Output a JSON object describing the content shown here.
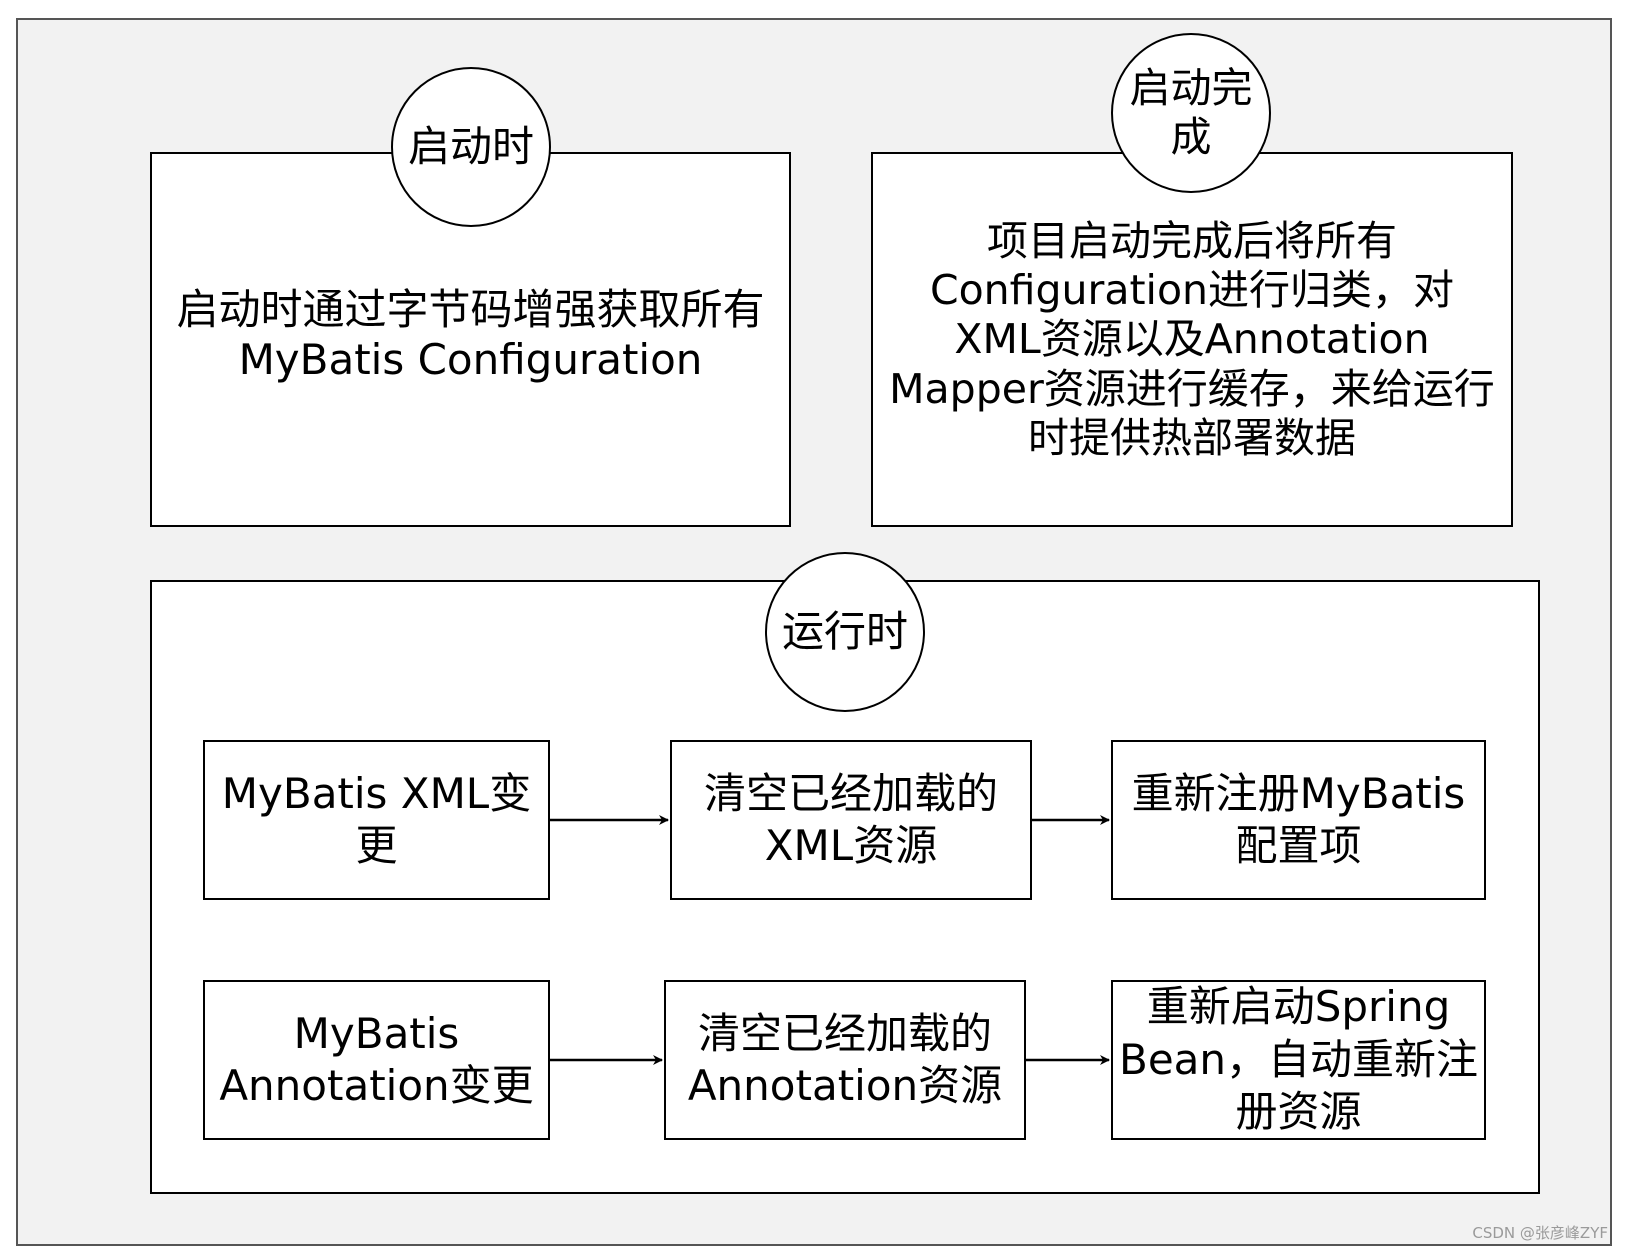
{
  "startup": {
    "label": "启动时",
    "text": "启动时通过字节码增强获取所有MyBatis Configuration"
  },
  "startup_complete": {
    "label": "启动完成",
    "text": "项目启动完成后将所有Configuration进行归类，对XML资源以及Annotation Mapper资源进行缓存，来给运行时提供热部署数据"
  },
  "runtime": {
    "label": "运行时",
    "xml_flow": {
      "step1": "MyBatis XML变更",
      "step2": "清空已经加载的XML资源",
      "step3": "重新注册MyBatis配置项"
    },
    "annotation_flow": {
      "step1": "MyBatis Annotation变更",
      "step2": "清空已经加载的Annotation资源",
      "step3": "重新启动Spring Bean，自动重新注册资源"
    }
  },
  "watermark": "CSDN @张彦峰ZYF"
}
